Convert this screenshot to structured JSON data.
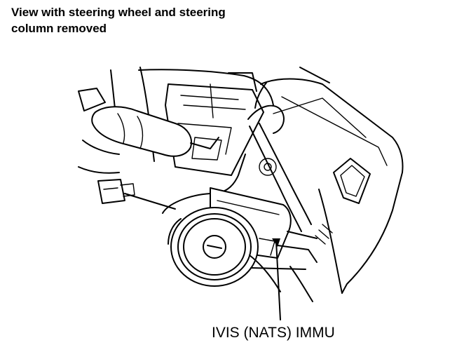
{
  "figure": {
    "caption_line1": "View with steering wheel and steering",
    "caption_line2": "column removed",
    "callout_label": "IVIS (NATS) IMMU",
    "line_color": "#000000",
    "background_color": "#ffffff"
  }
}
